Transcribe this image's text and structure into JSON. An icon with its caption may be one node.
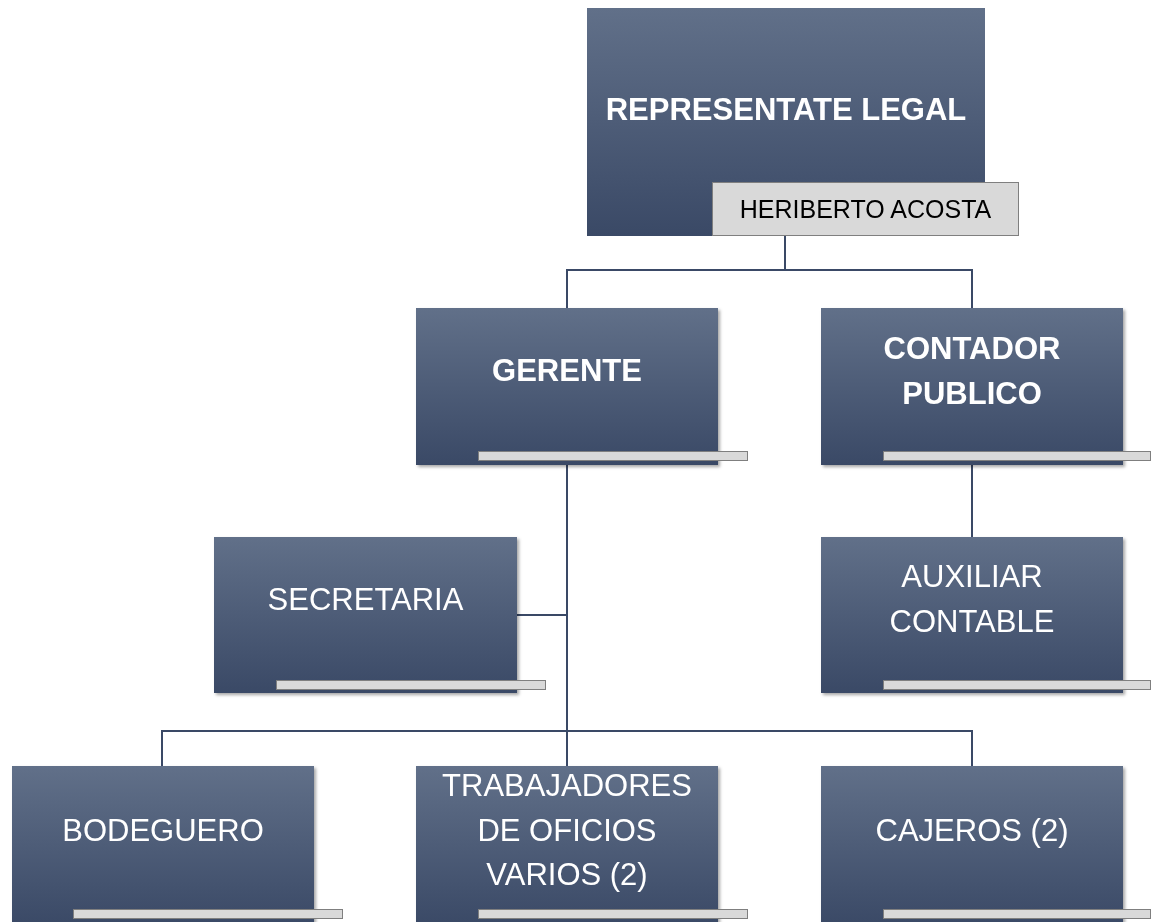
{
  "diagram": {
    "nodes": [
      {
        "text": [
          "REPRESENTATE LEGAL"
        ]
      },
      {
        "text": [
          "HERIBERTO ACOSTA"
        ]
      },
      {
        "text": [
          "GERENTE"
        ]
      },
      {
        "text": [],
        "shape": "bar"
      },
      {
        "text": [
          "CONTADOR PUBLICO"
        ]
      },
      {
        "text": [],
        "shape": "bar"
      },
      {
        "text": [
          "SECRETARIA"
        ]
      },
      {
        "text": [],
        "shape": "bar"
      },
      {
        "text": [
          "AUXILIAR CONTABLE"
        ]
      },
      {
        "text": [],
        "shape": "bar"
      },
      {
        "text": [
          "BODEGUERO"
        ]
      },
      {
        "text": [],
        "shape": "bar"
      },
      {
        "text": [
          "TRABAJADORES DE OFICIOS VARIOS (2)"
        ]
      },
      {
        "text": [],
        "shape": "bar"
      },
      {
        "text": [
          "CAJEROS (2)"
        ]
      },
      {
        "text": [],
        "shape": "bar"
      }
    ],
    "edges": [
      {
        "from": 1,
        "to": 2,
        "arrow": "none"
      },
      {
        "from": 1,
        "to": 4,
        "arrow": "none"
      },
      {
        "from": 2,
        "to": 6,
        "arrow": "none"
      },
      {
        "from": 4,
        "to": 8,
        "arrow": "none"
      },
      {
        "from": 2,
        "to": 10,
        "arrow": "none"
      },
      {
        "from": 2,
        "to": 12,
        "arrow": "none"
      },
      {
        "from": 2,
        "to": 14,
        "arrow": "none"
      }
    ]
  }
}
